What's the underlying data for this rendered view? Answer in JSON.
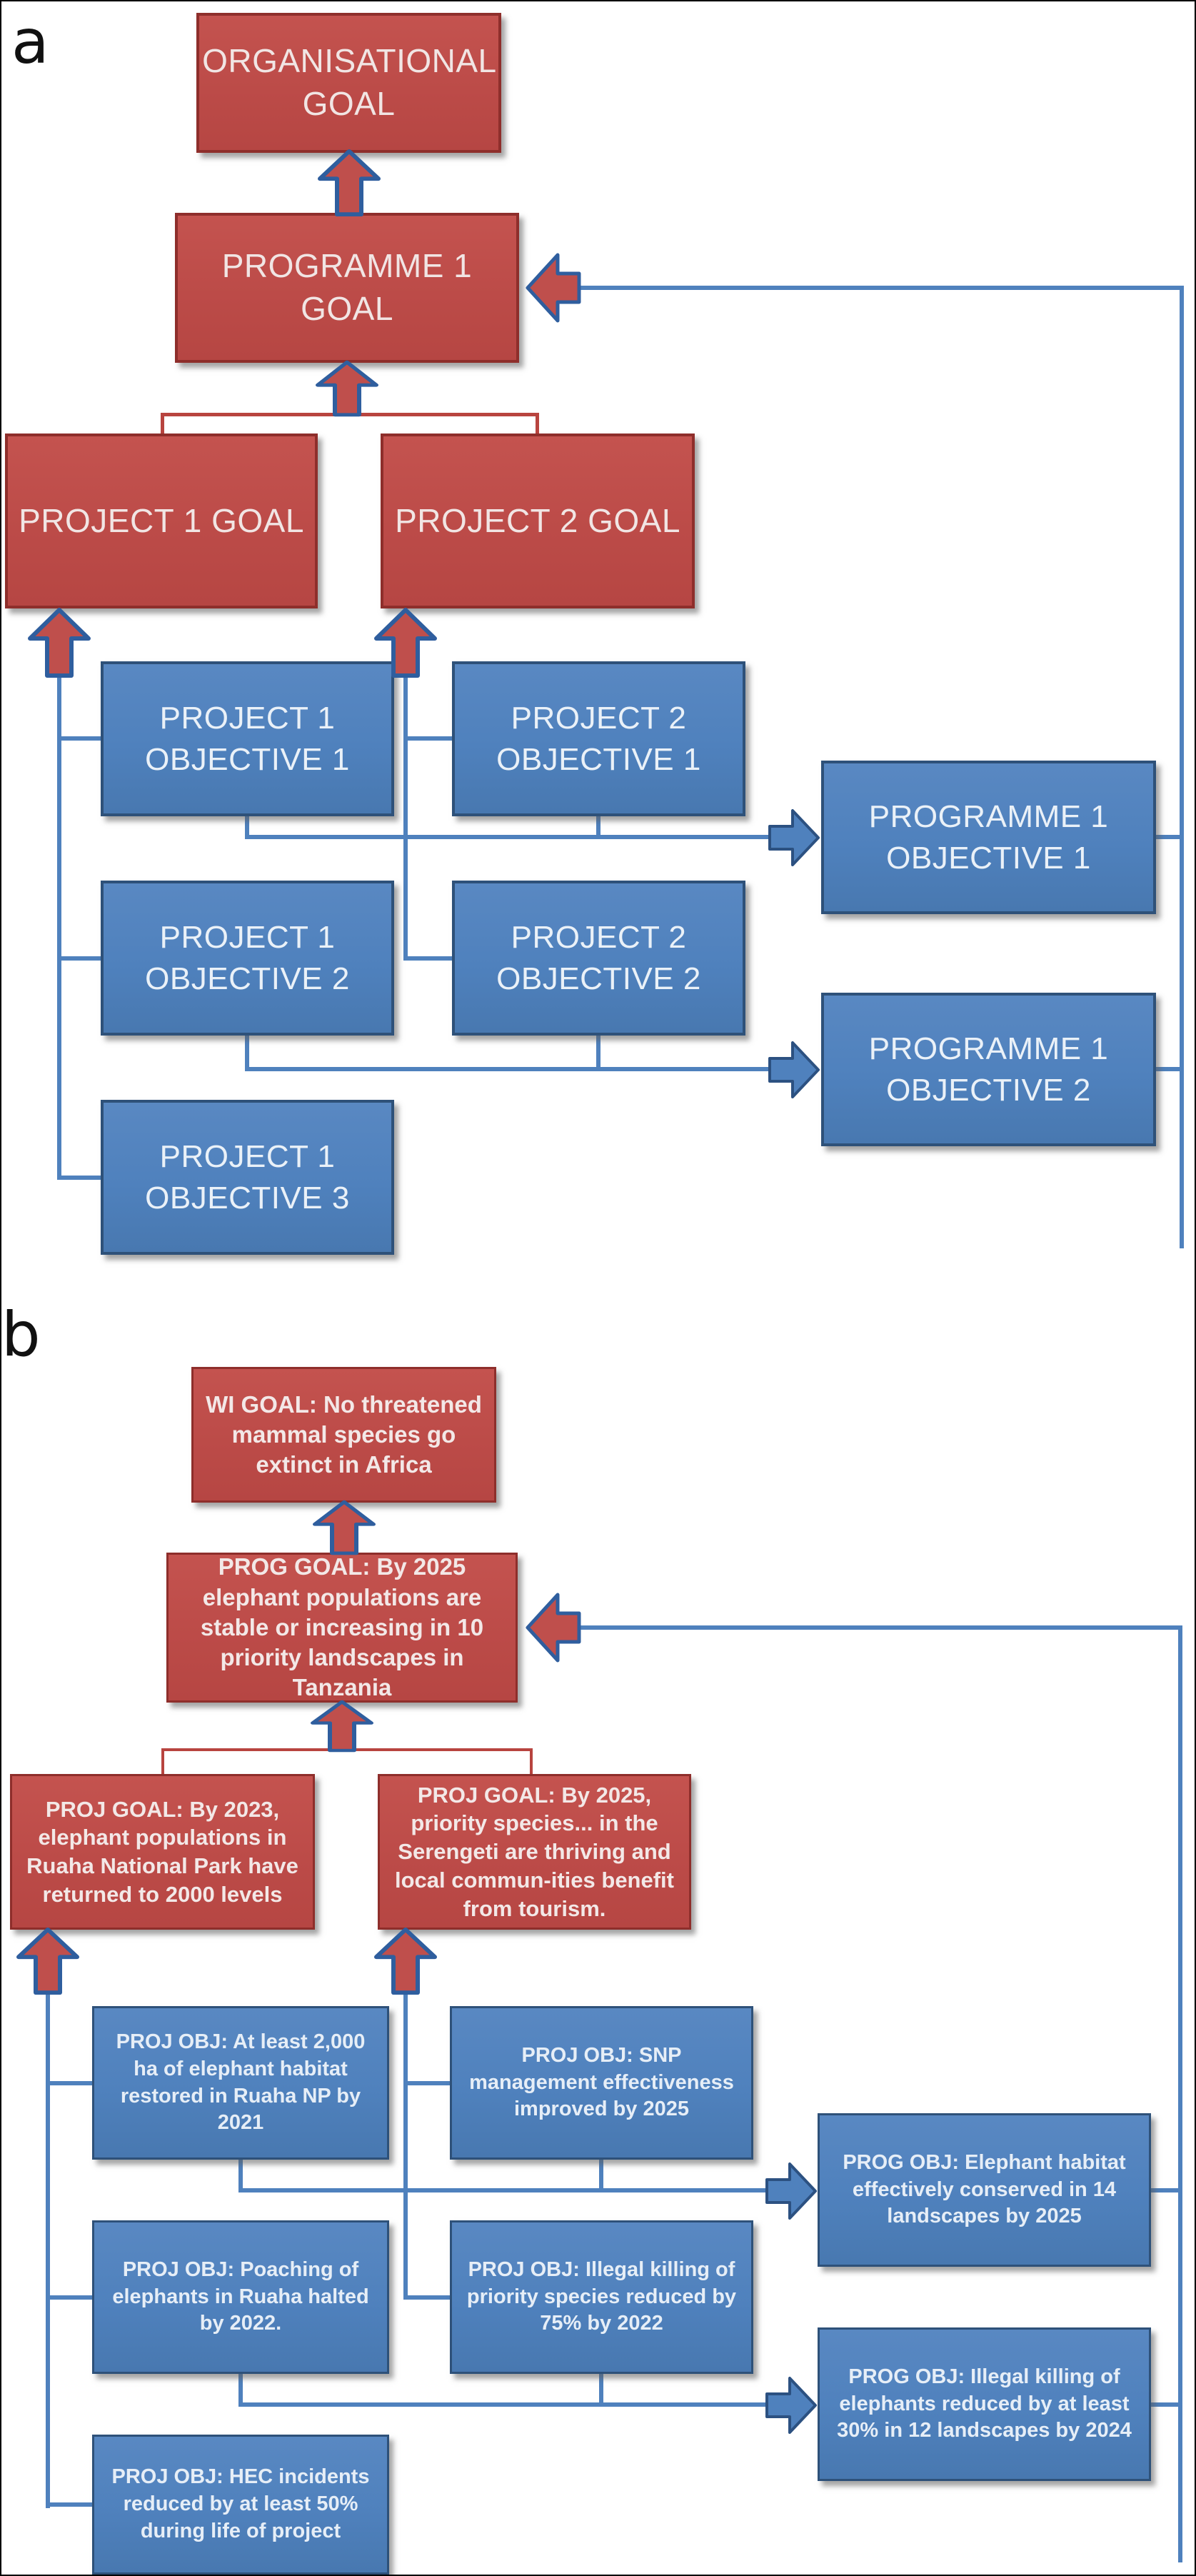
{
  "figure": {
    "type": "goal-hierarchy-flowchart",
    "colors": {
      "goal_red_fill": "#c0504d",
      "goal_red_border": "#8e2e2b",
      "objective_blue_fill": "#4f81bd",
      "objective_blue_border": "#2e5179",
      "connector_blue": "#4f81bd",
      "connector_red": "#b8443f",
      "text_light": "#f1e5e4"
    }
  },
  "panel_a": {
    "label": "a",
    "org_goal": "ORGANISATIONAL GOAL",
    "programme_goal": "PROGRAMME  1 GOAL",
    "project_goals": [
      "PROJECT 1 GOAL",
      "PROJECT 2 GOAL"
    ],
    "project1_objectives": [
      "PROJECT 1 OBJECTIVE 1",
      "PROJECT 1 OBJECTIVE 2",
      "PROJECT 1 OBJECTIVE 3"
    ],
    "project2_objectives": [
      "PROJECT 2 OBJECTIVE 1",
      "PROJECT 2 OBJECTIVE 2"
    ],
    "programme_objectives": [
      "PROGRAMME 1 OBJECTIVE 1",
      "PROGRAMME 1 OBJECTIVE 2"
    ]
  },
  "panel_b": {
    "label": "b",
    "wi_goal": "WI GOAL: No threatened mammal species go extinct in Africa",
    "prog_goal": "PROG GOAL:  By 2025 elephant populations are stable or increasing in 10 priority landscapes in Tanzania",
    "proj_goals": [
      "PROJ GOAL:  By 2023, elephant populations in Ruaha National Park have returned to 2000 levels",
      "PROJ GOAL:  By 2025, priority species... in the Serengeti are thriving and local commun-ities benefit from tourism."
    ],
    "proj1_objectives": [
      "PROJ OBJ: At least 2,000 ha of elephant habitat restored in Ruaha NP by 2021",
      "PROJ OBJ: Poaching of elephants in Ruaha halted by 2022.",
      "PROJ OBJ: HEC incidents reduced by at least 50% during life of project"
    ],
    "proj2_objectives": [
      "PROJ OBJ: SNP management effectiveness improved by 2025",
      "PROJ OBJ: Illegal killing of priority species reduced by 75% by 2022"
    ],
    "prog_objectives": [
      "PROG OBJ: Elephant habitat effectively conserved  in 14 landscapes by 2025",
      "PROG OBJ: Illegal killing of elephants reduced by at least 30% in 12 landscapes by 2024"
    ]
  }
}
